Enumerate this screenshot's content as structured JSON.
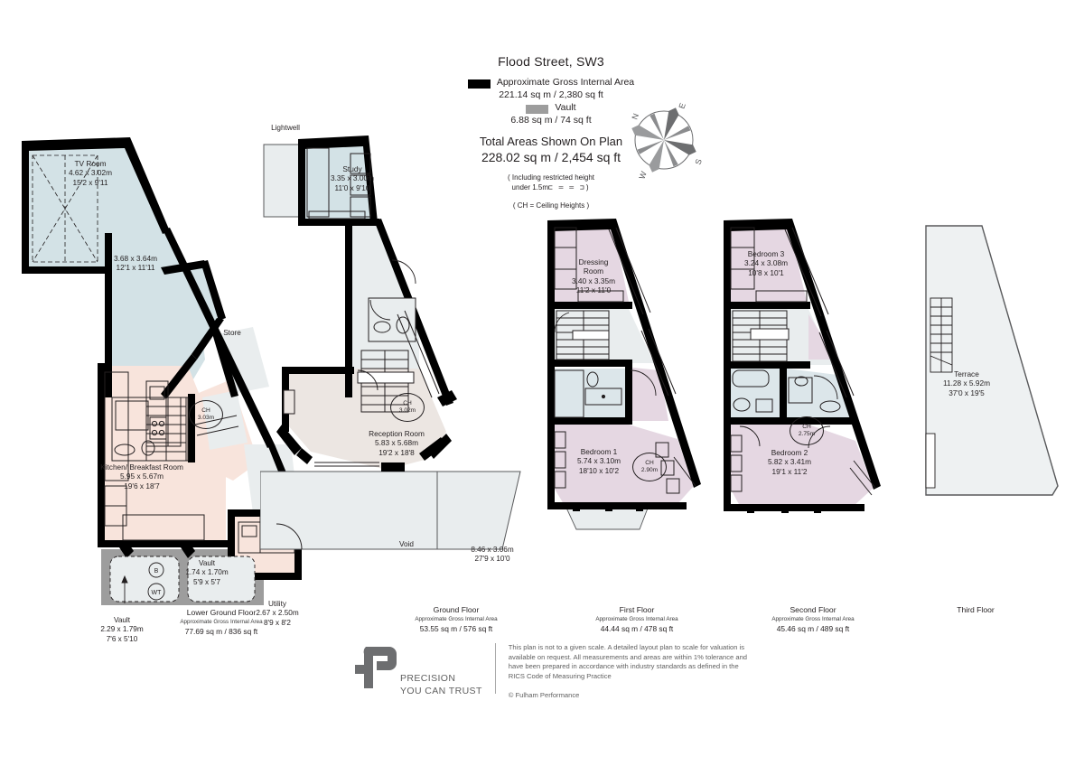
{
  "header": {
    "title": "Flood Street, SW3",
    "key": [
      {
        "swatch": "black",
        "label": "Approximate Gross Internal Area",
        "value": "221.14 sq m  /  2,380 sq ft"
      },
      {
        "swatch": "grey",
        "label": "Vault",
        "value": "6.88 sq m  /  74 sq ft"
      }
    ],
    "total_label": "Total Areas Shown On Plan",
    "total_value": "228.02 sq m  /  2,454 sq ft",
    "restricted_note_line1": "( Including restricted height",
    "restricted_note_line2": "under 1.5m",
    "restricted_glyph": "⊏  ═  ═  ⊐)",
    "ch_note": "( CH = Ceiling Heights )"
  },
  "compass": {
    "name": "compass-rose",
    "north": "N",
    "east": "E",
    "south": "S",
    "west": "W"
  },
  "colors": {
    "wall_black": "#000000",
    "vault_grey": "#9d9d9d",
    "blue_room": "#d3e2e6",
    "pink_room": "#f8e4dc",
    "mauve_room": "#e5d7e2",
    "neutral_room": "#ece6e2",
    "pale_grey": "#e9edee",
    "outline_grey": "#58595b"
  },
  "floors": [
    {
      "id": "lower-ground",
      "caption_title": "Lower Ground Floor",
      "caption_sub": "Approximate Gross Internal Area",
      "caption_area": "77.69 sq m  /  836 sq ft",
      "rooms": [
        {
          "name": "TV Room",
          "dim_m": "4.62 x 3.02m",
          "dim_ft": "15'2 x 9'11"
        },
        {
          "name": "",
          "dim_m": "3.68 x 3.64m",
          "dim_ft": "12'1 x 11'11"
        },
        {
          "name": "Kitchen/ Breakfast Room",
          "dim_m": "5.95 x 5.67m",
          "dim_ft": "19'6 x 18'7"
        },
        {
          "name": "Store",
          "dim_m": "",
          "dim_ft": ""
        },
        {
          "name": "Store",
          "dim_m": "",
          "dim_ft": ""
        },
        {
          "name": "Utility",
          "dim_m": "2.67 x 2.50m",
          "dim_ft": "8'9 x 8'2"
        },
        {
          "name": "Vault",
          "dim_m": "2.29 x 1.79m",
          "dim_ft": "7'6 x 5'10"
        },
        {
          "name": "Vault",
          "dim_m": "1.74 x 1.70m",
          "dim_ft": "5'9 x 5'7"
        }
      ],
      "ch": [
        {
          "label": "CH",
          "value": "3.03m"
        }
      ],
      "markers": [
        "B",
        "WT"
      ]
    },
    {
      "id": "ground",
      "caption_title": "Ground Floor",
      "caption_sub": "Approximate Gross Internal Area",
      "caption_area": "53.55 sq m  /  576 sq ft",
      "rooms": [
        {
          "name": "Lightwell",
          "dim_m": "",
          "dim_ft": ""
        },
        {
          "name": "Study",
          "dim_m": "3.35 x 3.00m",
          "dim_ft": "11'0 x 9'10"
        },
        {
          "name": "Reception Room",
          "dim_m": "5.83 x 5.68m",
          "dim_ft": "19'2 x 18'8"
        },
        {
          "name": "Void",
          "dim_m": "",
          "dim_ft": ""
        },
        {
          "name": "",
          "dim_m": "8.46 x 3.06m",
          "dim_ft": "27'9 x 10'0"
        }
      ],
      "ch": [
        {
          "label": "CH",
          "value": "3.02m"
        }
      ]
    },
    {
      "id": "first",
      "caption_title": "First Floor",
      "caption_sub": "Approximate Gross Internal Area",
      "caption_area": "44.44 sq m  /  478 sq ft",
      "rooms": [
        {
          "name": "Dressing Room",
          "dim_m": "3.40 x 3.35m",
          "dim_ft": "11'2 x 11'0"
        },
        {
          "name": "Bedroom 1",
          "dim_m": "5.74 x 3.10m",
          "dim_ft": "18'10 x 10'2"
        }
      ],
      "ch": [
        {
          "label": "CH",
          "value": "2.90m"
        }
      ]
    },
    {
      "id": "second",
      "caption_title": "Second Floor",
      "caption_sub": "Approximate Gross Internal Area",
      "caption_area": "45.46 sq m  /  489 sq ft",
      "rooms": [
        {
          "name": "Bedroom 3",
          "dim_m": "3.24 x 3.08m",
          "dim_ft": "10'8 x 10'1"
        },
        {
          "name": "Bedroom 2",
          "dim_m": "5.82 x 3.41m",
          "dim_ft": "19'1 x 11'2"
        }
      ],
      "ch": [
        {
          "label": "CH",
          "value": "2.75m"
        }
      ]
    },
    {
      "id": "third",
      "caption_title": "Third Floor",
      "caption_sub": "",
      "caption_area": "",
      "rooms": [
        {
          "name": "Terrace",
          "dim_m": "11.28 x 5.92m",
          "dim_ft": "37'0 x 19'5"
        }
      ],
      "ch": []
    }
  ],
  "footer": {
    "brand_line1": "PRECISION",
    "brand_line2": "YOU CAN TRUST",
    "disclaimer": "This plan is not to a given scale. A detailed layout plan to scale for valuation is available on request. All measurements and areas are within 1% tolerance and have been prepared in accordance with industry standards as defined in the RICS Code of Measuring Practice",
    "copyright": "© Fulham Performance"
  }
}
